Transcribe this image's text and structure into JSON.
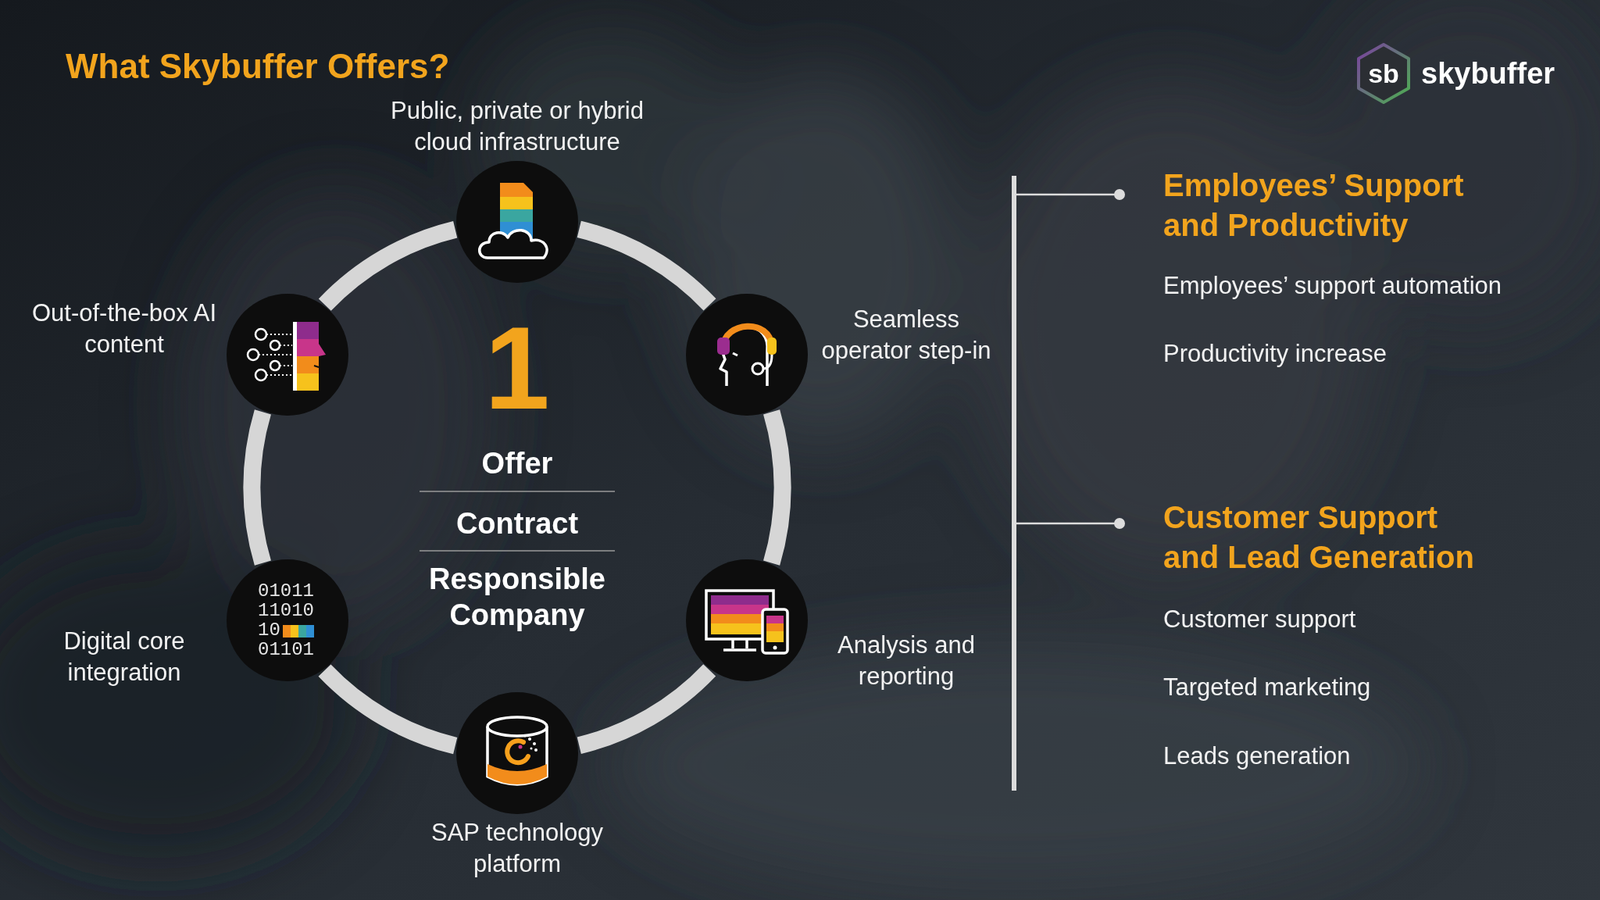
{
  "diagram": {
    "title": "What Skybuffer Offers?",
    "nodes": [
      {
        "text": [
          "Public, private or hybrid cloud infrastructure"
        ]
      },
      {
        "text": [
          "Out-of-the-box AI content"
        ]
      },
      {
        "text": [
          "Seamless operator step-in"
        ]
      },
      {
        "text": [
          "Digital core integration"
        ]
      },
      {
        "text": [
          "Analysis and reporting"
        ]
      },
      {
        "text": [
          "SAP technology platform"
        ]
      },
      {
        "text": [
          "sb",
          "skybuffer"
        ]
      }
    ],
    "edges": [
      {
        "from": 0,
        "to": 2,
        "arrow": "none"
      },
      {
        "from": 2,
        "to": 4,
        "arrow": "none"
      },
      {
        "from": 4,
        "to": 5,
        "arrow": "none"
      },
      {
        "from": 5,
        "to": 3,
        "arrow": "none"
      },
      {
        "from": 3,
        "to": 1,
        "arrow": "none"
      },
      {
        "from": 1,
        "to": 0,
        "arrow": "none"
      }
    ],
    "labels": [
      "1",
      "Offer",
      "Contract",
      "Responsible Company",
      "Employees’ Support and Productivity",
      "Employees’ support automation",
      "Productivity increase",
      "Customer Support and Lead Generation",
      "Customer support",
      "Targeted marketing",
      "Leads generation",
      "01011",
      "11010",
      "10",
      "01101"
    ]
  }
}
